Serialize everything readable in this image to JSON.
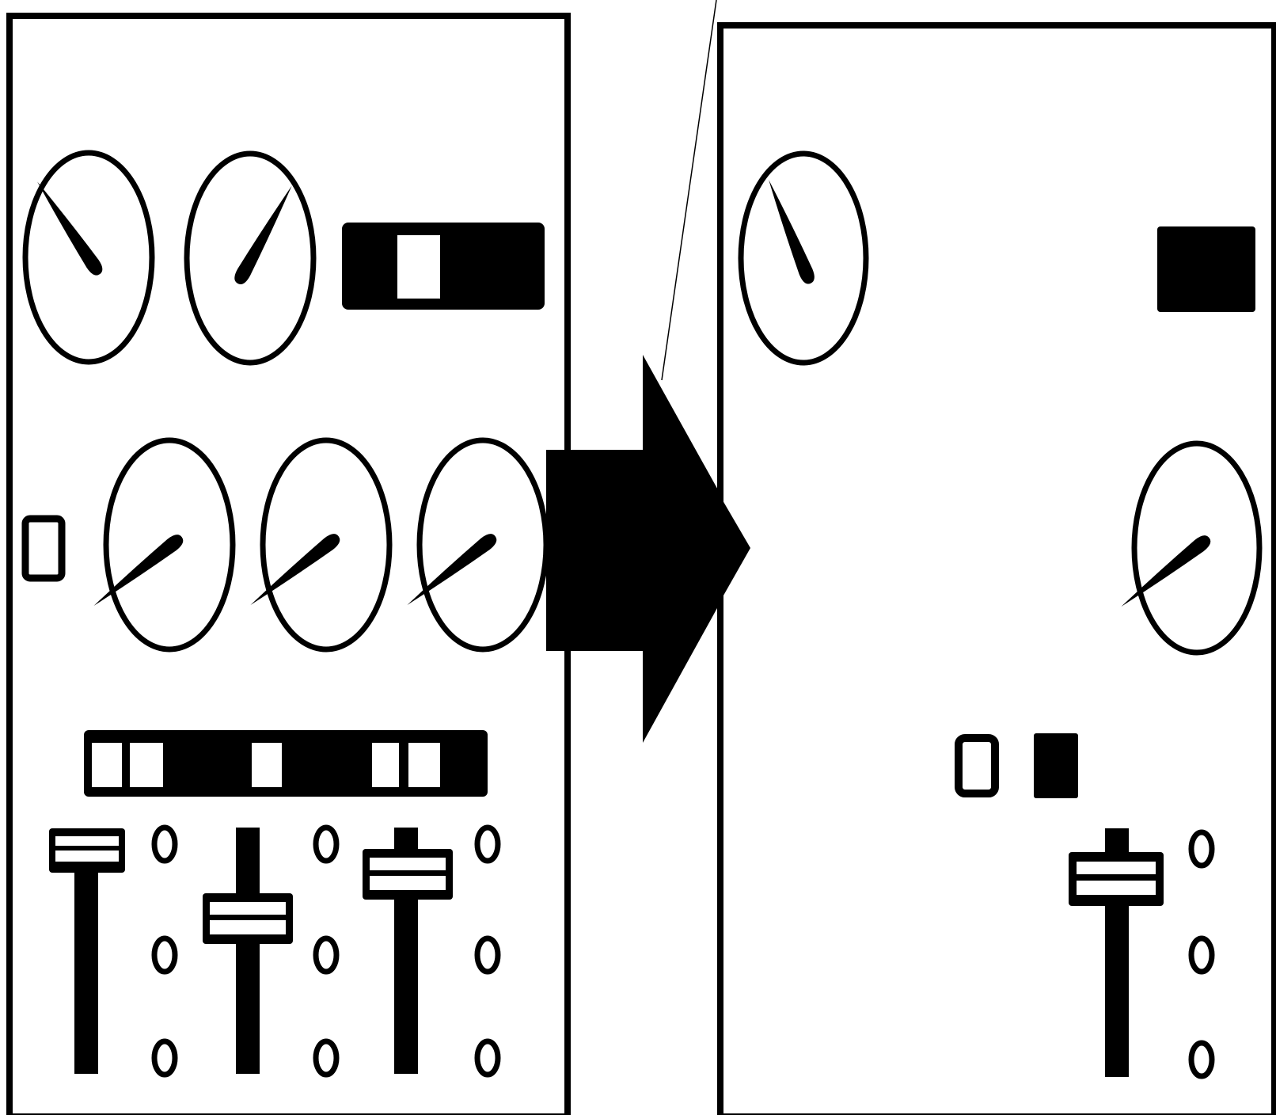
{
  "diagram": {
    "left_panel": {
      "gauges_top": [
        {
          "needle": "upper-left"
        },
        {
          "needle": "upper-right"
        }
      ],
      "switch_bar": {
        "windows": 1
      },
      "indicator": {
        "state": "off"
      },
      "gauges_middle": [
        {
          "needle": "lower-left"
        },
        {
          "needle": "lower-left"
        },
        {
          "needle": "lower-left"
        }
      ],
      "button_strip": {
        "windows": 5
      },
      "sliders": [
        {
          "level": 0.92
        },
        {
          "level": 0.55
        },
        {
          "level": 0.78
        }
      ],
      "markers_per_column": 3
    },
    "arrow": {
      "direction": "right"
    },
    "right_panel": {
      "gauges_top": [
        {
          "needle": "upper-left"
        }
      ],
      "indicator_block": {
        "state": "dark"
      },
      "gauges_middle": [
        {
          "needle": "lower-left"
        }
      ],
      "small_buttons": [
        {
          "state": "open"
        },
        {
          "state": "filled"
        }
      ],
      "sliders": [
        {
          "level": 0.78
        }
      ],
      "markers_per_column": 3
    },
    "colors": {
      "ink": "#000000",
      "paper": "#ffffff"
    }
  }
}
